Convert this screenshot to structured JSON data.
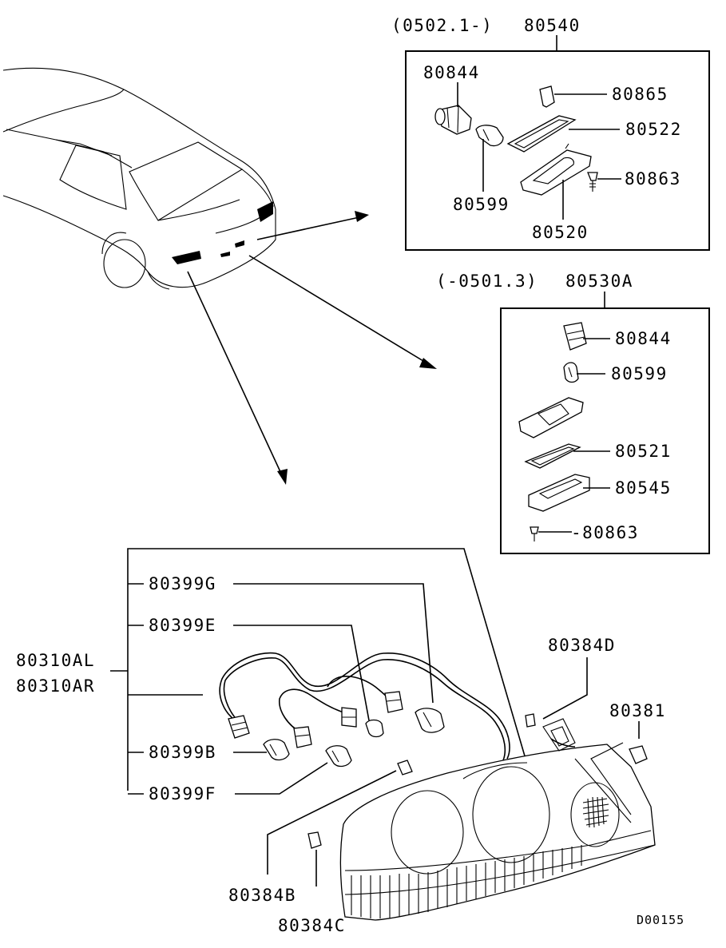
{
  "diagram": {
    "code": "D00155",
    "upper_group": {
      "range": "(0502.1-)",
      "part_no": "80540"
    },
    "lower_group": {
      "range": "(-0501.3)",
      "part_no": "80530A"
    },
    "upper_box_labels": [
      "80844",
      "80865",
      "80522",
      "80863",
      "80599",
      "80520"
    ],
    "lower_box_labels": [
      "80844",
      "80599",
      "80521",
      "80545",
      "-80863"
    ],
    "assembly_labels": [
      "80310AL",
      "80310AR"
    ],
    "bulb_labels": [
      "80399G",
      "80399E",
      "80399B",
      "80399F"
    ],
    "fastener_labels": [
      "80384D",
      "80381",
      "80384B",
      "80384C"
    ]
  }
}
